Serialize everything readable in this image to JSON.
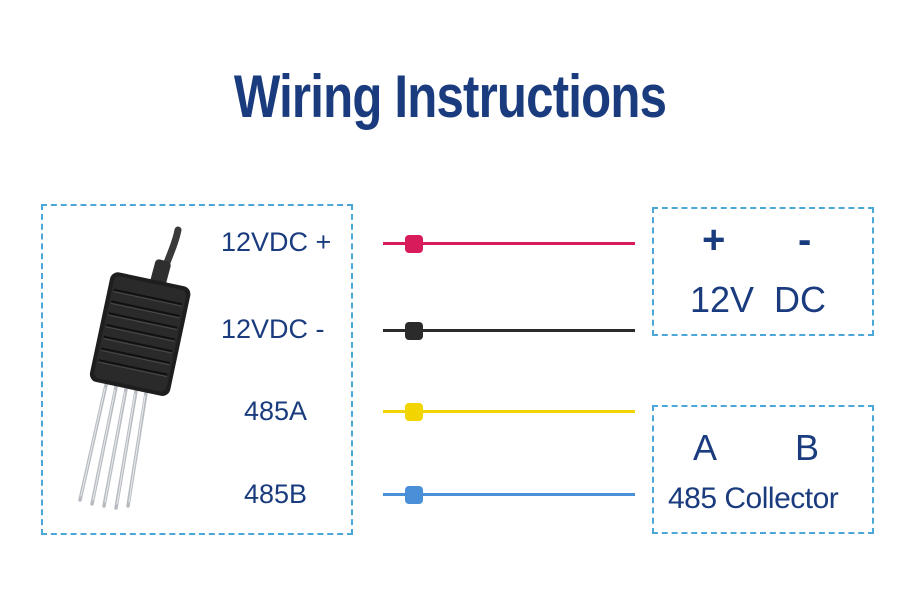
{
  "title": "Wiring Instructions",
  "wires": [
    {
      "label": "12VDC +",
      "color": "#d81b5a"
    },
    {
      "label": "12VDC -",
      "color": "#2b2b2b"
    },
    {
      "label": "485A",
      "color": "#f2d500"
    },
    {
      "label": "485B",
      "color": "#4a90d9"
    }
  ],
  "power": {
    "plus": "+",
    "minus": "-",
    "caption": "12V  DC"
  },
  "collector": {
    "a": "A",
    "b": "B",
    "caption": "485 Collector"
  },
  "colors": {
    "title": "#1a3c7e",
    "dashed_border": "#4aa7d8"
  },
  "icons": {
    "sensor": "soil-sensor-probe-icon"
  }
}
